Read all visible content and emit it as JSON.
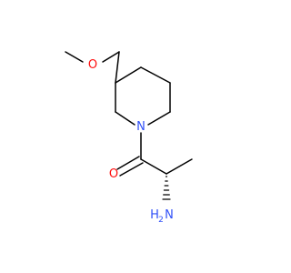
{
  "atoms": {
    "methoxy_o": {
      "text": "O",
      "color": "#ff0d0d"
    },
    "ring_n": {
      "text": "N",
      "color": "#3050f8"
    },
    "carbonyl_o": {
      "text": "O",
      "color": "#ff0d0d"
    },
    "amine_n": {
      "text": "N",
      "color": "#3050f8"
    },
    "amine_h": {
      "text": "H",
      "color": "#3050f8"
    },
    "amine_h_count": {
      "text": "2",
      "color": "#3050f8"
    }
  }
}
